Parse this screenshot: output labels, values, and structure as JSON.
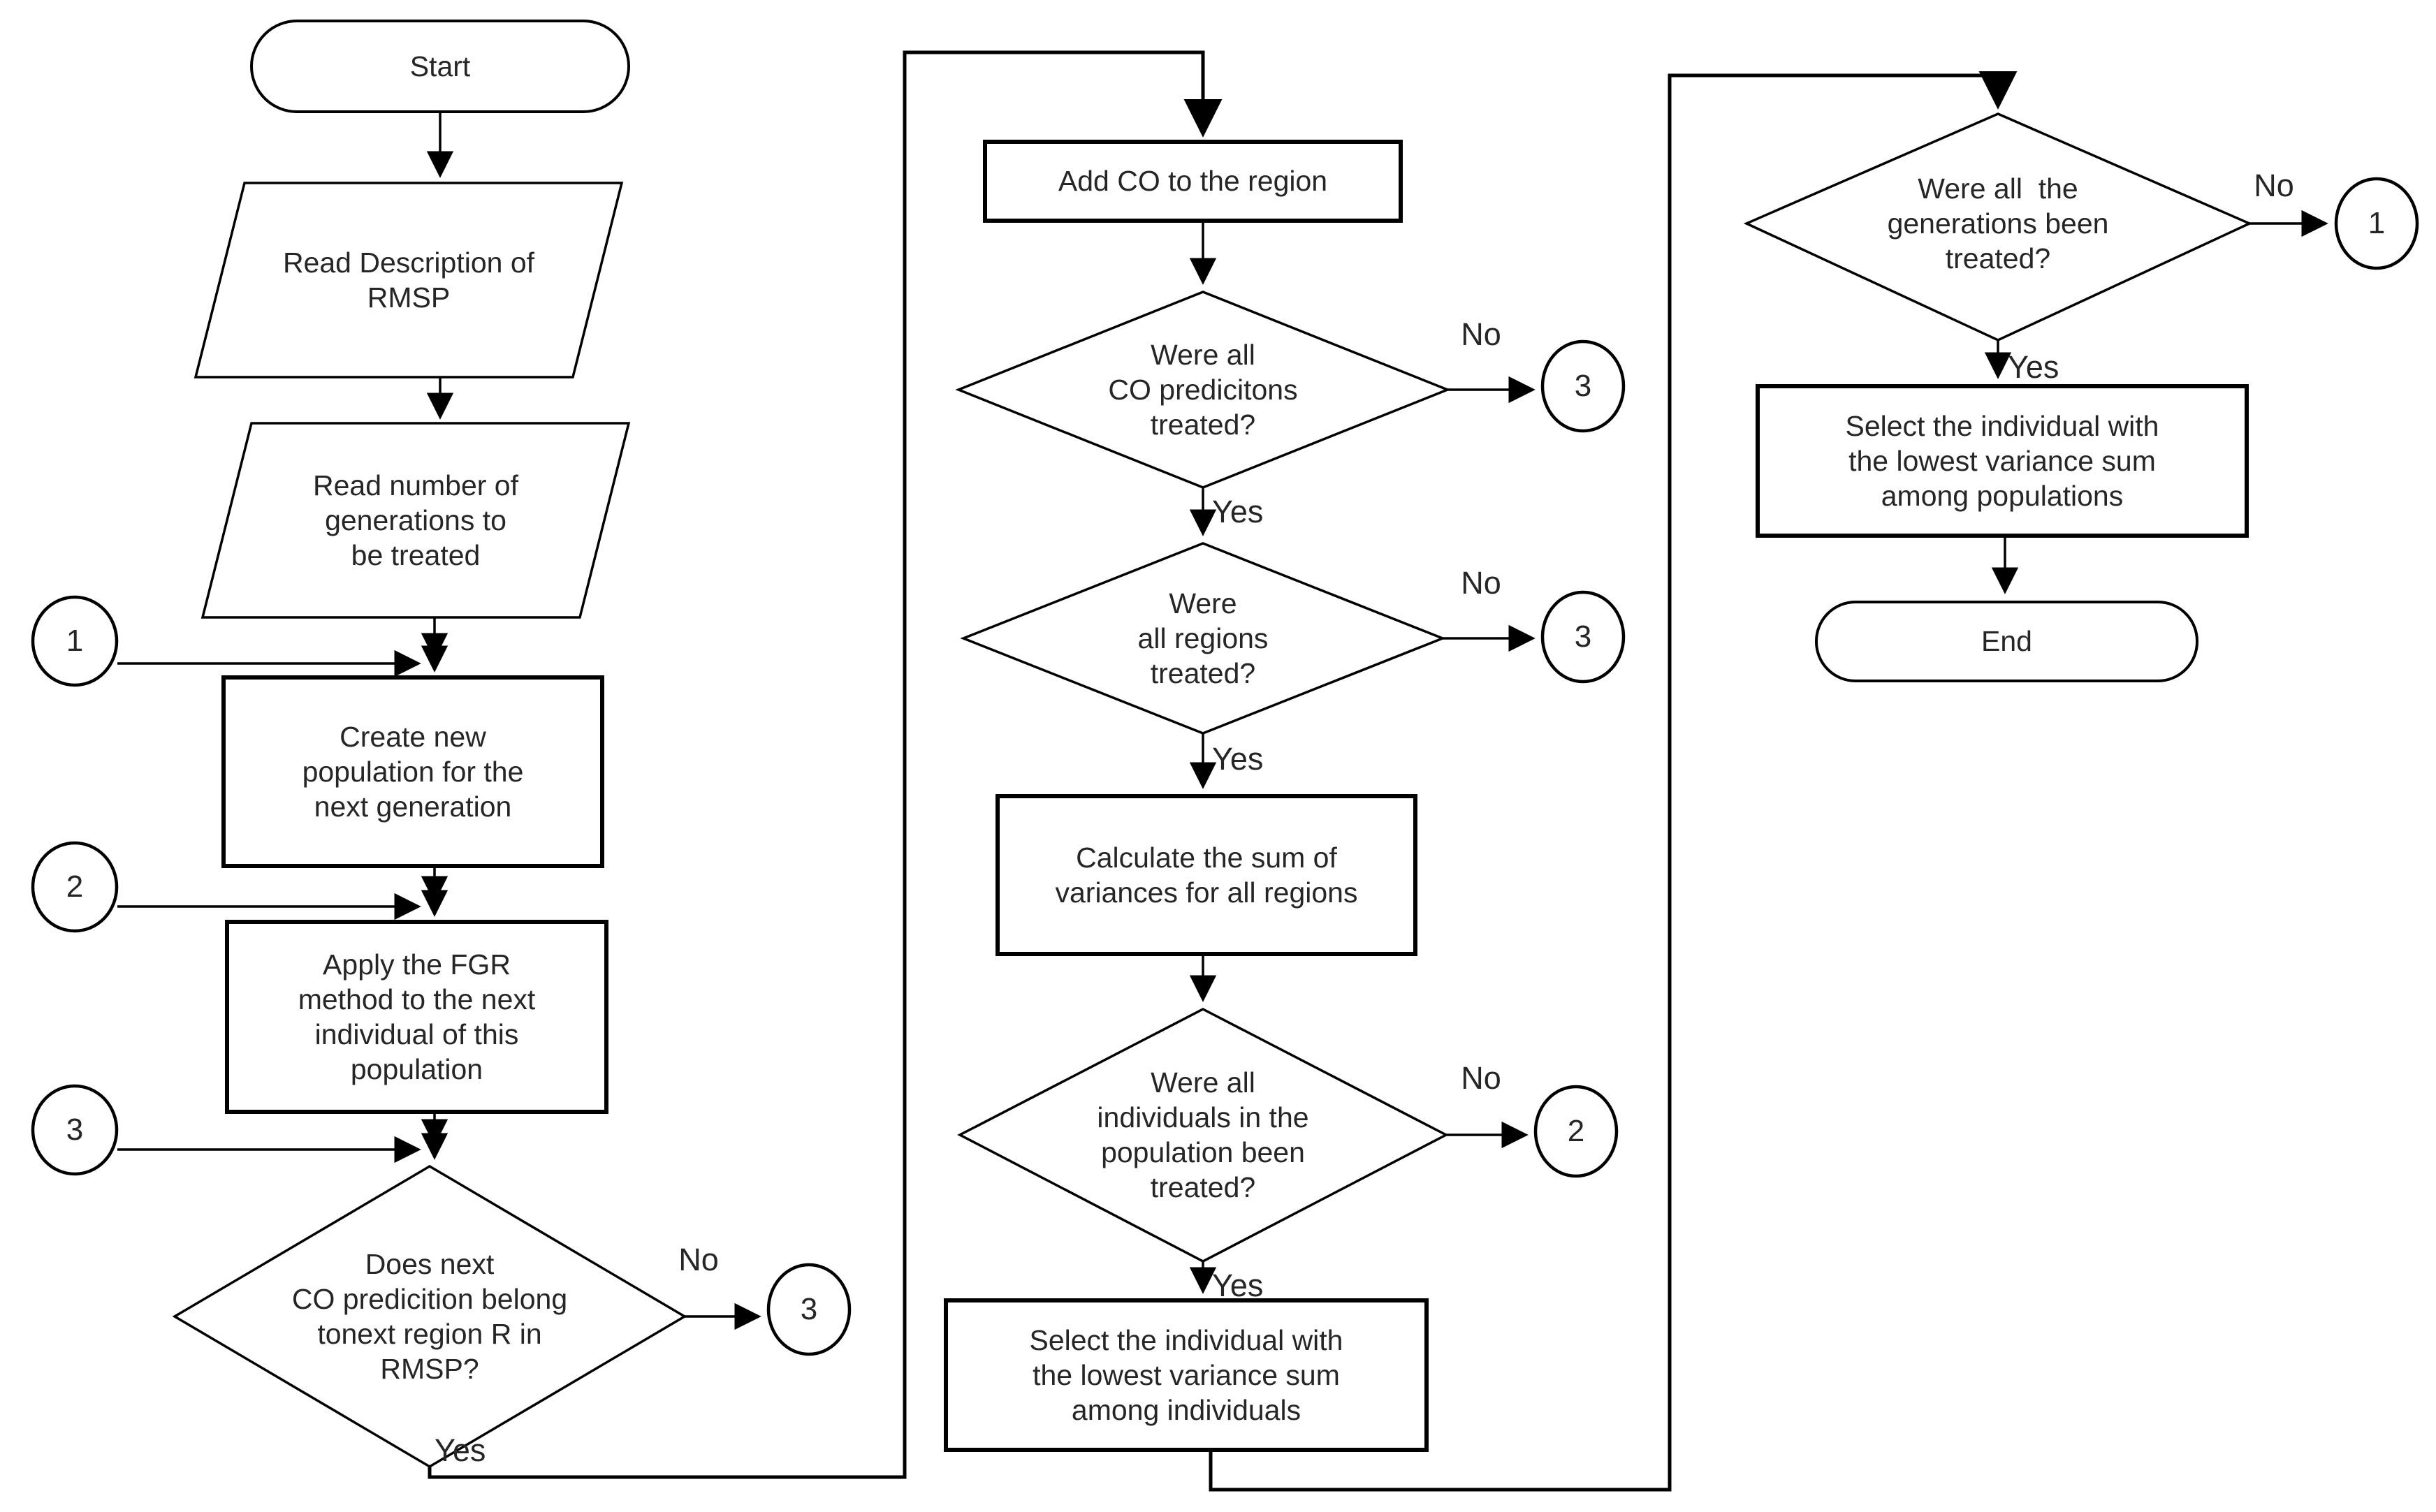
{
  "flowchart": {
    "nodes": {
      "start": "Start",
      "read_rmsp": "Read Description of\nRMSP",
      "read_generations": "Read number of\ngenerations to\nbe treated",
      "create_population": "Create new\npopulation for the\nnext generation",
      "apply_fgr": "Apply the FGR\nmethod to the next\nindividual of this\npopulation",
      "co_belong_region": "Does next\nCO predicition belong\ntonext region R in\nRMSP?",
      "add_co": "Add CO to the region",
      "co_predictions_treated": "Were all\nCO predicitons\ntreated?",
      "regions_treated": "Were\nall regions\ntreated?",
      "calculate_variances": "Calculate the sum of\nvariances for all regions",
      "individuals_treated": "Were all\nindividuals in the\npopulation been\ntreated?",
      "select_individual": "Select the individual with\nthe lowest variance sum\namong individuals",
      "generations_treated": "Were all  the\ngenerations been\ntreated?",
      "select_population": "Select the individual with\nthe lowest variance sum\namong populations",
      "end": "End"
    },
    "connectors": {
      "n1": "1",
      "n2": "2",
      "n3": "3"
    },
    "labels": {
      "yes": "Yes",
      "no": "No"
    },
    "colors": {
      "stroke": "#000000",
      "background": "#ffffff",
      "text": "#262626"
    }
  }
}
